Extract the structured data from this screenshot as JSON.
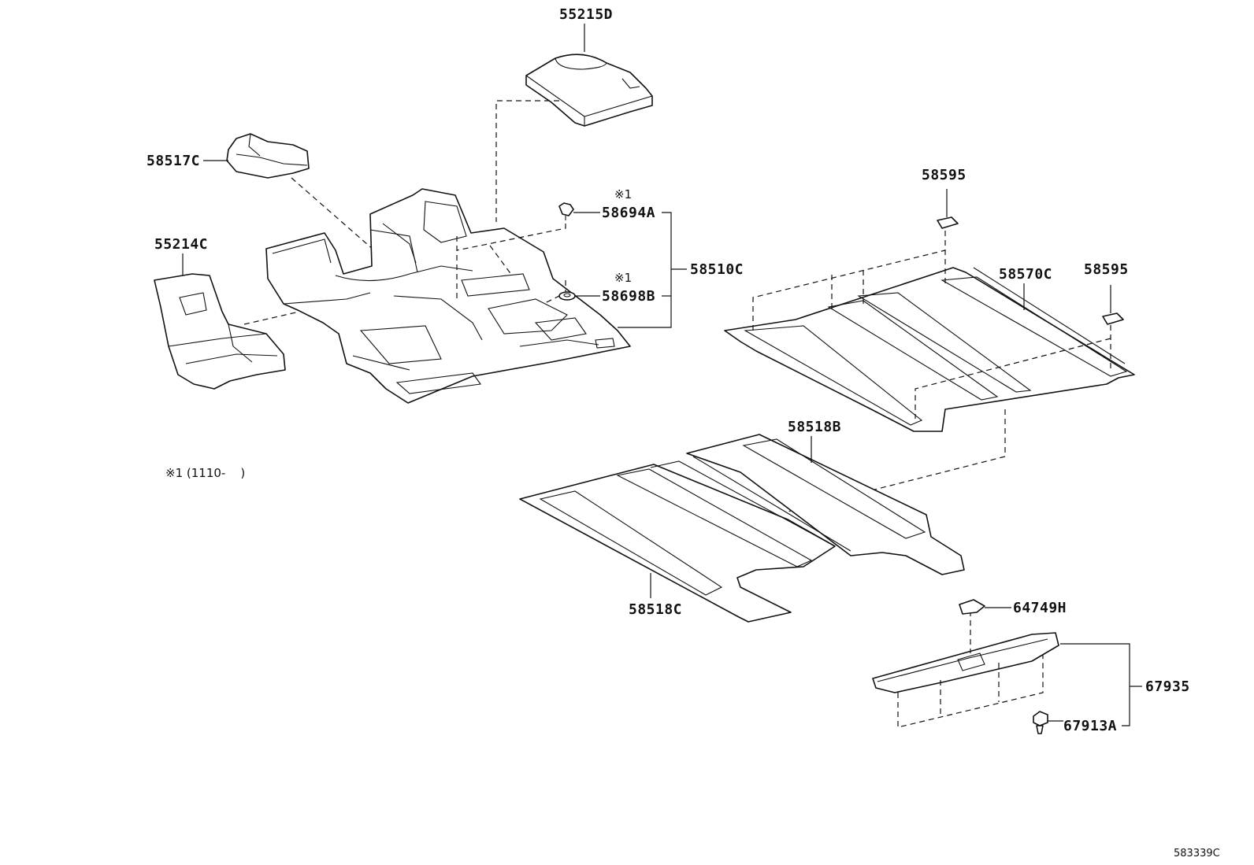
{
  "labels": {
    "p55215D": "55215D",
    "p58517C": "58517C",
    "p55214C": "55214C",
    "p58694A": "58694A",
    "p58698B": "58698B",
    "p58510C": "58510C",
    "mark1a": "※1",
    "mark1b": "※1",
    "p58595a": "58595",
    "p58595b": "58595",
    "p58570C": "58570C",
    "p58518B": "58518B",
    "p58518C": "58518C",
    "p64749H": "64749H",
    "p67935": "67935",
    "p67913A": "67913A"
  },
  "footnote": "※1 (1110-    )",
  "diagram_code": "583339C"
}
